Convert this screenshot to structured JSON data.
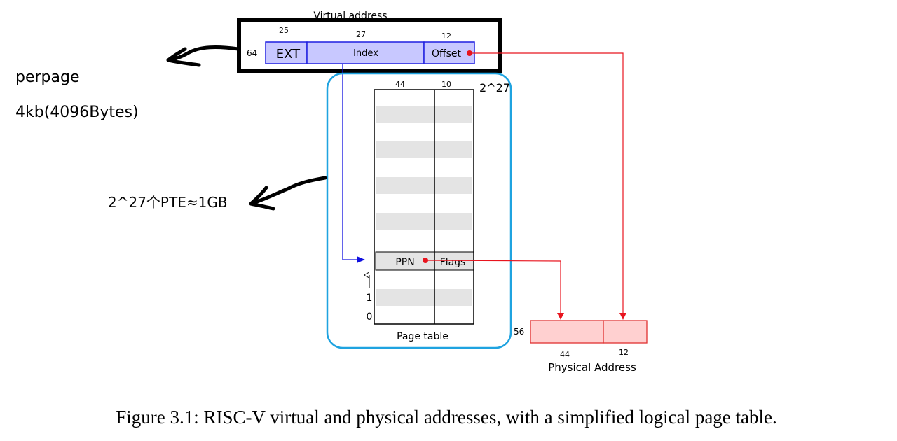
{
  "virtual_address": {
    "title": "Virtual address",
    "width_label": "64",
    "fields": {
      "ext": {
        "label": "EXT",
        "bits": "25"
      },
      "index": {
        "label": "Index",
        "bits": "27"
      },
      "offset": {
        "label": "Offset",
        "bits": "12"
      }
    }
  },
  "page_table": {
    "title": "Page table",
    "col_ppn_bits": "44",
    "col_flags_bits": "10",
    "entries_label": "2^27",
    "entry_ppn": "PPN",
    "entry_flags": "Flags",
    "row_label_1": "1",
    "row_label_0": "0"
  },
  "physical_address": {
    "title": "Physical Address",
    "width_label": "56",
    "ppn_bits": "44",
    "offset_bits": "12"
  },
  "annotations": {
    "perpage": "perpage",
    "page_size": "4kb(4096Bytes)",
    "pte_total": "2^27个PTE≈1GB"
  },
  "caption": "Figure 3.1: RISC-V virtual and physical addresses, with a simplified logical page table.",
  "colors": {
    "va_fill": "#c8c8ff",
    "va_stroke": "#1f1fe0",
    "pa_fill": "#ffd0d0",
    "pa_stroke": "#e03030",
    "red": "#e8141e",
    "blue": "#1010e0",
    "cyan": "#1fa3e0",
    "gray_row": "#e4e4e4"
  }
}
